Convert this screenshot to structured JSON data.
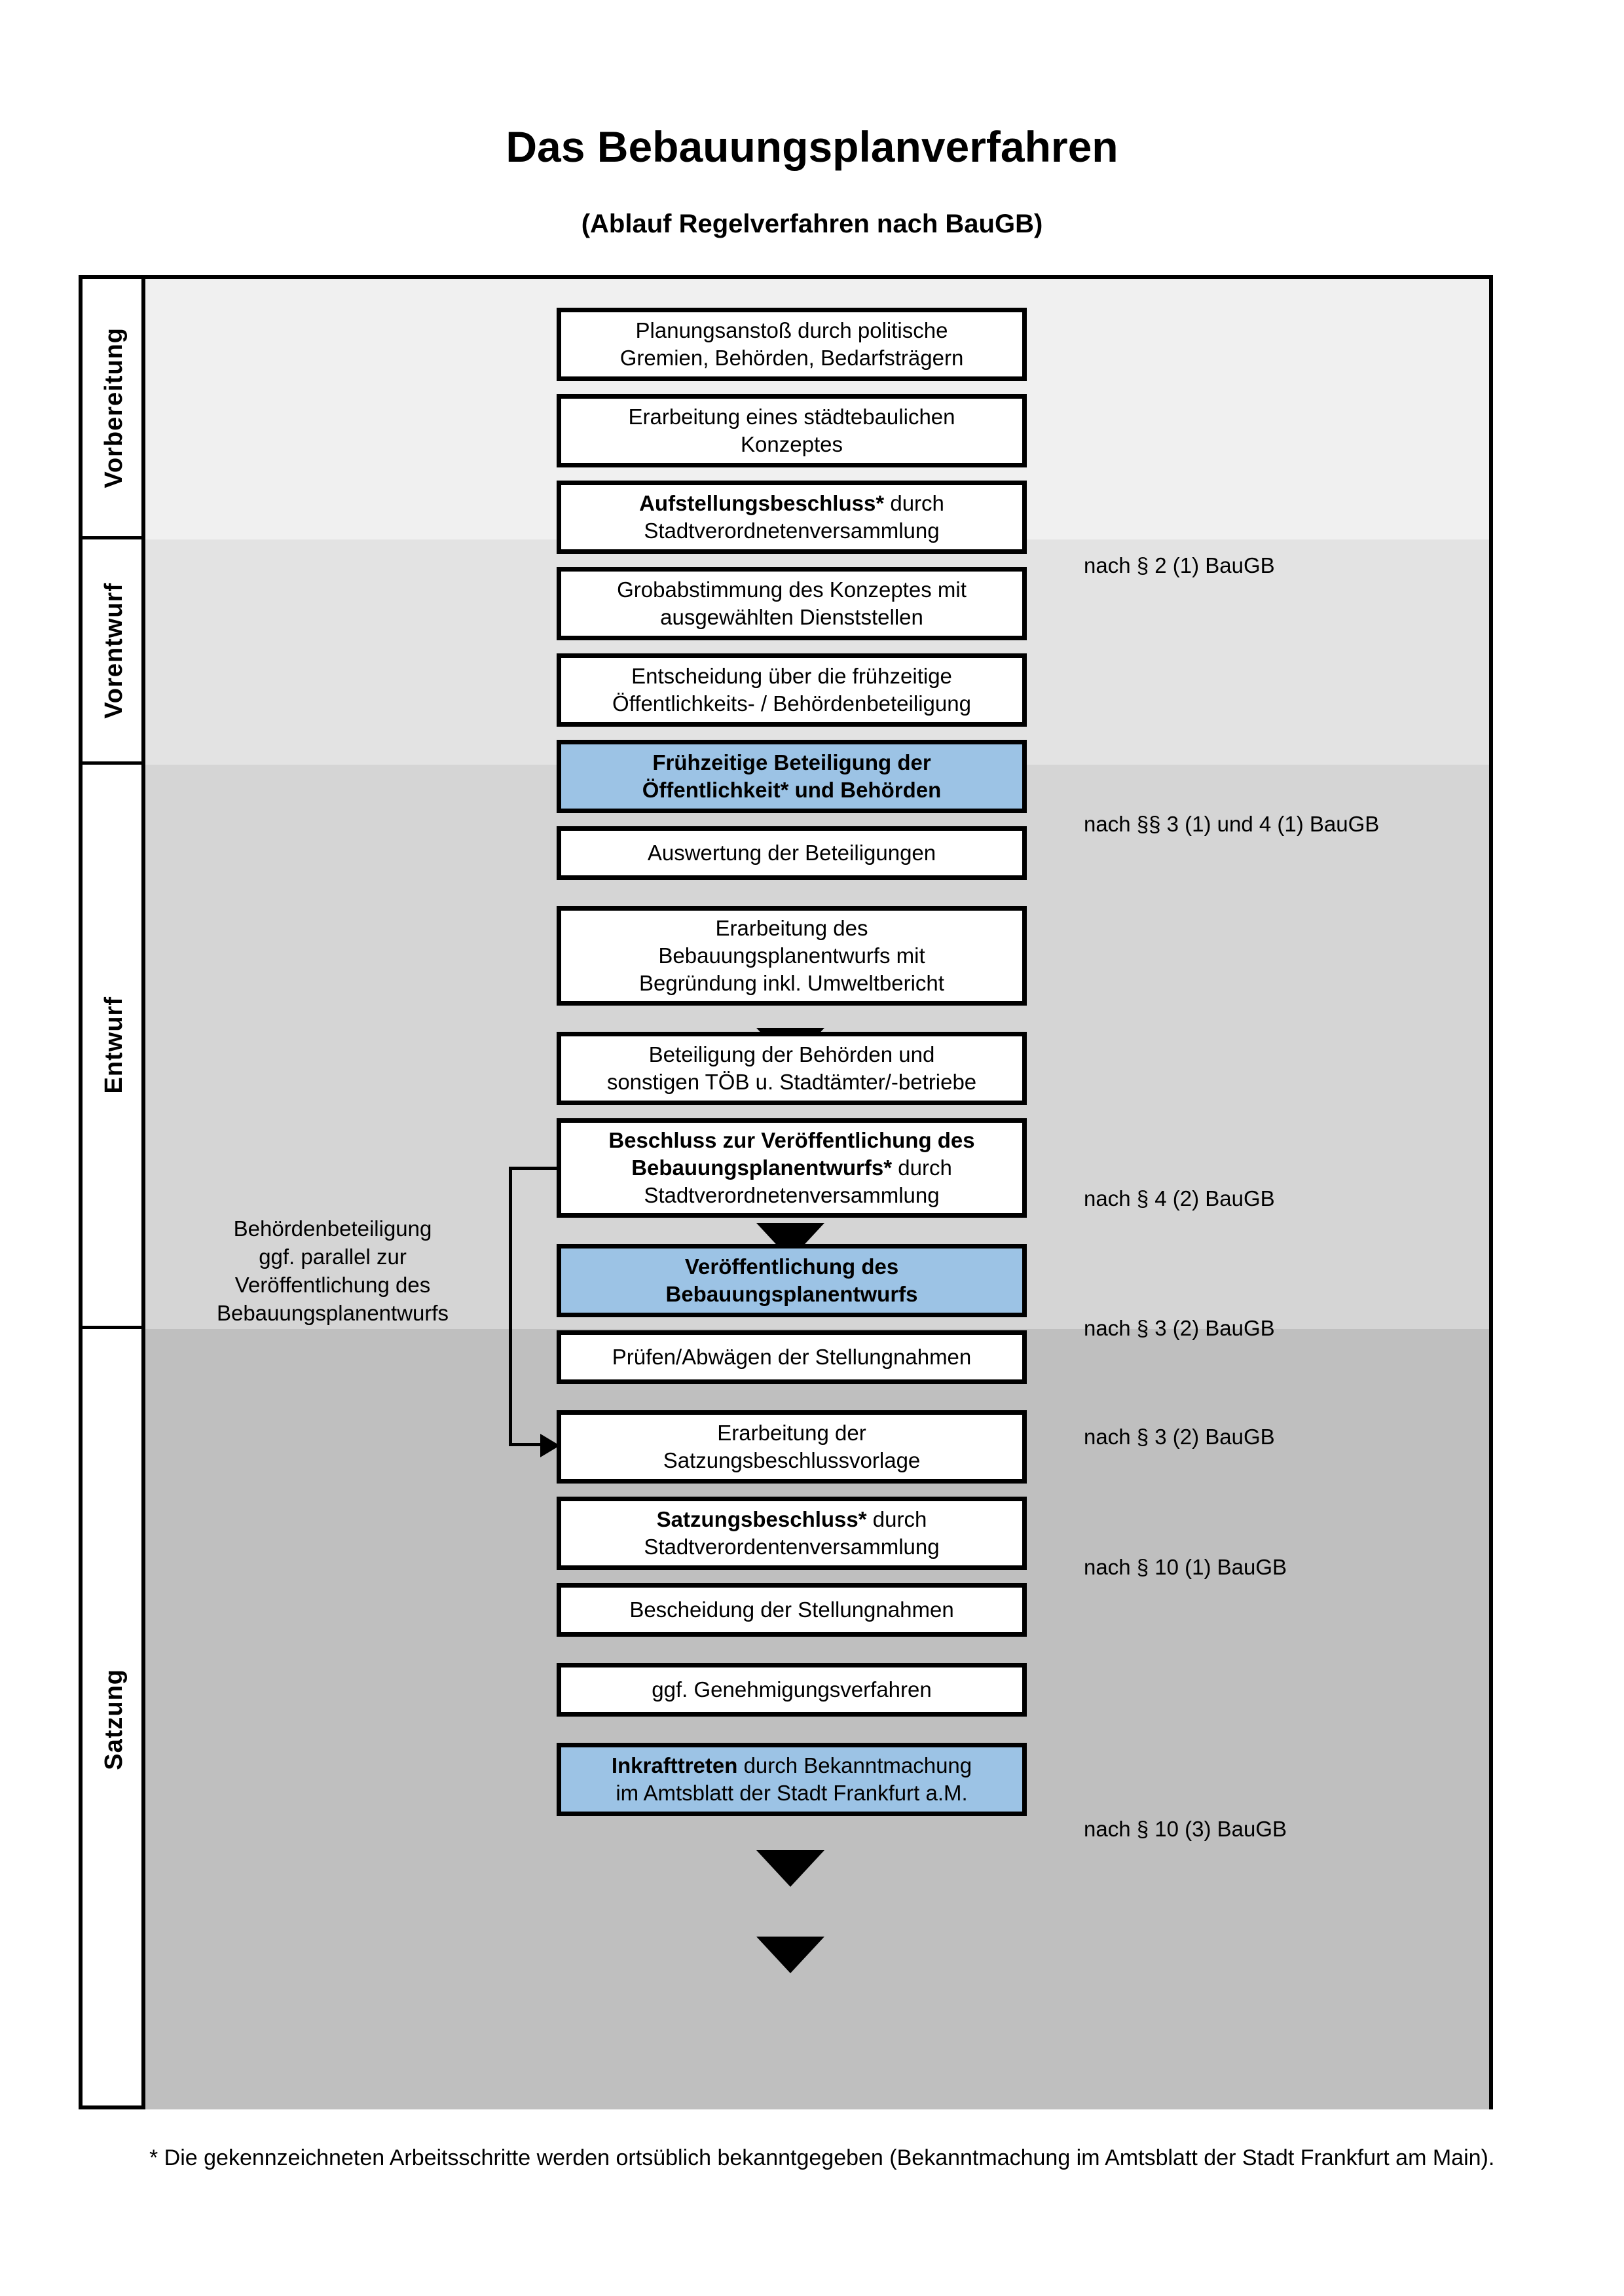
{
  "title": "Das Bebauungsplanverfahren",
  "subtitle": "(Ablauf Regelverfahren nach BauGB)",
  "stages": [
    {
      "label": "Vorbereitung",
      "band_color": "#f0f0f0"
    },
    {
      "label": "Vorentwurf",
      "band_color": "#e3e3e3"
    },
    {
      "label": "Entwurf",
      "band_color": "#d5d5d5"
    },
    {
      "label": "Satzung",
      "band_color": "#bfbfbf"
    }
  ],
  "accent_blue": "#9cc3e5",
  "steps": [
    {
      "id": "planungsanstoss",
      "line1": "Planungsanstoß durch politische",
      "line2": "Gremien, Behörden, Bedarfsträgern",
      "bold": false,
      "highlight": false
    },
    {
      "id": "konzept",
      "line1": "Erarbeitung eines städtebaulichen",
      "line2": "Konzeptes",
      "bold": false,
      "highlight": false
    },
    {
      "id": "aufstellungsbeschluss",
      "line1_bold": "Aufstellungsbeschluss*",
      "line1_rest": " durch",
      "line2": "Stadtverordnetenversammlung",
      "bold": "partial",
      "highlight": false
    },
    {
      "id": "grobabstimmung",
      "line1": "Grobabstimmung des Konzeptes mit",
      "line2": "ausgewählten Dienststellen",
      "bold": false,
      "highlight": false
    },
    {
      "id": "entscheidung-fruehzeitig",
      "line1": "Entscheidung über die frühzeitige",
      "line2": "Öffentlichkeits- / Behördenbeteiligung",
      "bold": false,
      "highlight": false
    },
    {
      "id": "fruehzeitige-beteiligung",
      "line1": "Frühzeitige Beteiligung der",
      "line2": "Öffentlichkeit* und Behörden",
      "bold": true,
      "highlight": true
    },
    {
      "id": "auswertung",
      "line1": "Auswertung der Beteiligungen",
      "bold": false,
      "highlight": false
    },
    {
      "id": "erarbeitung-entwurf",
      "line1": "Erarbeitung des",
      "line2": "Bebauungsplanentwurfs mit",
      "line3": "Begründung inkl. Umweltbericht",
      "bold": false,
      "highlight": false
    },
    {
      "id": "beteiligung-behoerden",
      "line1": "Beteiligung der Behörden und",
      "line2": "sonstigen TÖB u. Stadtämter/-betriebe",
      "bold": false,
      "highlight": false
    },
    {
      "id": "beschluss-veroeffentlichung",
      "line1_bold": "Beschluss zur Veröffentlichung des",
      "line2_bold": "Bebauungsplanentwurfs*",
      "line2_rest": " durch",
      "line3": "Stadtverordnetenversammlung",
      "bold": "partial",
      "highlight": false
    },
    {
      "id": "veroeffentlichung",
      "line1": "Veröffentlichung des",
      "line2": "Bebauungsplanentwurfs",
      "bold": true,
      "highlight": true
    },
    {
      "id": "pruefen-abwaegen",
      "line1": "Prüfen/Abwägen der Stellungnahmen",
      "bold": false,
      "highlight": false
    },
    {
      "id": "satzungsbeschlussvorlage",
      "line1": "Erarbeitung der",
      "line2": "Satzungsbeschlussvorlage",
      "bold": false,
      "highlight": false
    },
    {
      "id": "satzungsbeschluss",
      "line1_bold": "Satzungsbeschluss*",
      "line1_rest": " durch",
      "line2": "Stadtverordentenversammlung",
      "bold": "partial",
      "highlight": false
    },
    {
      "id": "bescheidung",
      "line1": "Bescheidung der Stellungnahmen",
      "bold": false,
      "highlight": false
    },
    {
      "id": "genehmigungsverfahren",
      "line1": "ggf. Genehmigungsverfahren",
      "bold": false,
      "highlight": false
    },
    {
      "id": "inkrafttreten",
      "line1_bold": "Inkrafttreten",
      "line1_rest": " durch Bekanntmachung",
      "line2": "im Amtsblatt der Stadt Frankfurt a.M.",
      "bold": "partial",
      "highlight": true
    }
  ],
  "legal_notes": [
    {
      "id": "note-par2",
      "text": "nach § 2 (1) BauGB"
    },
    {
      "id": "note-par3-4",
      "text": "nach §§ 3 (1) und 4 (1) BauGB"
    },
    {
      "id": "note-par4-2",
      "text": "nach § 4 (2) BauGB"
    },
    {
      "id": "note-par3-2a",
      "text": "nach § 3 (2) BauGB"
    },
    {
      "id": "note-par3-2b",
      "text": "nach § 3 (2) BauGB"
    },
    {
      "id": "note-par10-1",
      "text": "nach § 10 (1) BauGB"
    },
    {
      "id": "note-par10-3",
      "text": "nach § 10 (3) BauGB"
    }
  ],
  "side_note": {
    "line1": "Behördenbeteiligung",
    "line2": "ggf. parallel zur",
    "line3": "Veröffentlichung des",
    "line4": "Bebauungsplanentwurfs"
  },
  "footnote": "* Die gekennzeichneten Arbeitsschritte werden ortsüblich bekanntgegeben (Bekanntmachung im Amtsblatt  der Stadt Frankfurt am Main)."
}
